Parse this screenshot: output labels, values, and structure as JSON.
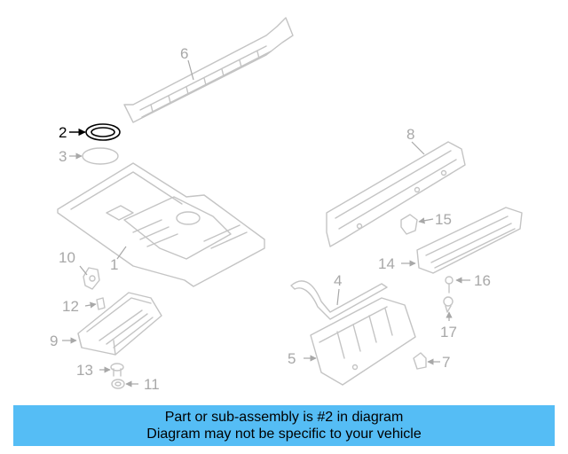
{
  "callouts": {
    "c1": "1",
    "c2": "2",
    "c3": "3",
    "c4": "4",
    "c5": "5",
    "c6": "6",
    "c7": "7",
    "c8": "8",
    "c9": "9",
    "c10": "10",
    "c11": "11",
    "c12": "12",
    "c13": "13",
    "c14": "14",
    "c15": "15",
    "c16": "16",
    "c17": "17"
  },
  "highlighted_part": "2",
  "colors": {
    "banner": "#55bdf5",
    "highlight": "#000000",
    "part_line": "#c4c4c4",
    "callout": "#a8a8a8"
  },
  "banner": {
    "line1": "Part or sub-assembly is #2 in diagram",
    "line2": "Diagram may not be specific to your vehicle"
  }
}
